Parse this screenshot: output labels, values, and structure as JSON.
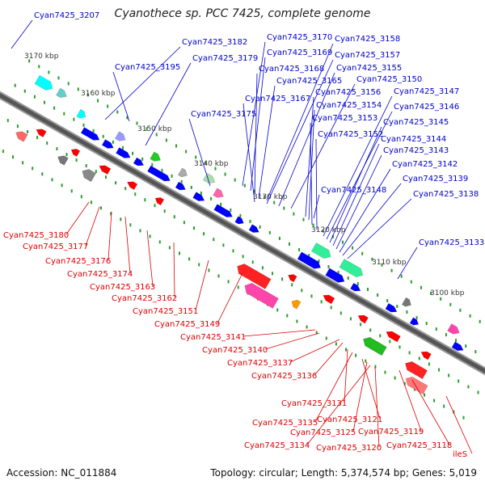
{
  "title": "Cyanothece sp. PCC 7425, complete genome",
  "footer": {
    "accession": "Accession: NC_011884",
    "summary": "Topology: circular; Length: 5,374,574 bp; Genes: 5,019"
  },
  "colors": {
    "forward_label": "#0000cc",
    "reverse_label": "#dd0000",
    "forward_gene": "#0000ff",
    "reverse_gene": "#ff0000",
    "backbone": "#555555",
    "tick": "#2a9d2a"
  },
  "scale_labels": [
    "3170 kbp",
    "3160 kbp",
    "3150 kbp",
    "3140 kbp",
    "3130 kbp",
    "3120 kbp",
    "3110 kbp",
    "3100 kbp"
  ],
  "forward_labels": [
    "Cyan7425_3207",
    "Cyan7425_3182",
    "Cyan7425_3195",
    "Cyan7425_3179",
    "Cyan7425_3170",
    "Cyan7425_3169",
    "Cyan7425_3168",
    "Cyan7425_3165",
    "Cyan7425_3167",
    "Cyan7425_3175",
    "Cyan7425_3158",
    "Cyan7425_3157",
    "Cyan7425_3155",
    "Cyan7425_3150",
    "Cyan7425_3156",
    "Cyan7425_3154",
    "Cyan7425_3153",
    "Cyan7425_3152",
    "Cyan7425_3147",
    "Cyan7425_3146",
    "Cyan7425_3145",
    "Cyan7425_3144",
    "Cyan7425_3143",
    "Cyan7425_3142",
    "Cyan7425_3139",
    "Cyan7425_3148",
    "Cyan7425_3138",
    "Cyan7425_3133"
  ],
  "reverse_labels": [
    "Cyan7425_3180",
    "Cyan7425_3177",
    "Cyan7425_3176",
    "Cyan7425_3174",
    "Cyan7425_3163",
    "Cyan7425_3162",
    "Cyan7425_3151",
    "Cyan7425_3149",
    "Cyan7425_3141",
    "Cyan7425_3140",
    "Cyan7425_3137",
    "Cyan7425_3136",
    "Cyan7425_3131",
    "Cyan7425_3135",
    "Cyan7425_3121",
    "Cyan7425_3125",
    "Cyan7425_3134",
    "Cyan7425_3119",
    "Cyan7425_3120",
    "Cyan7425_3118",
    "ileS"
  ]
}
